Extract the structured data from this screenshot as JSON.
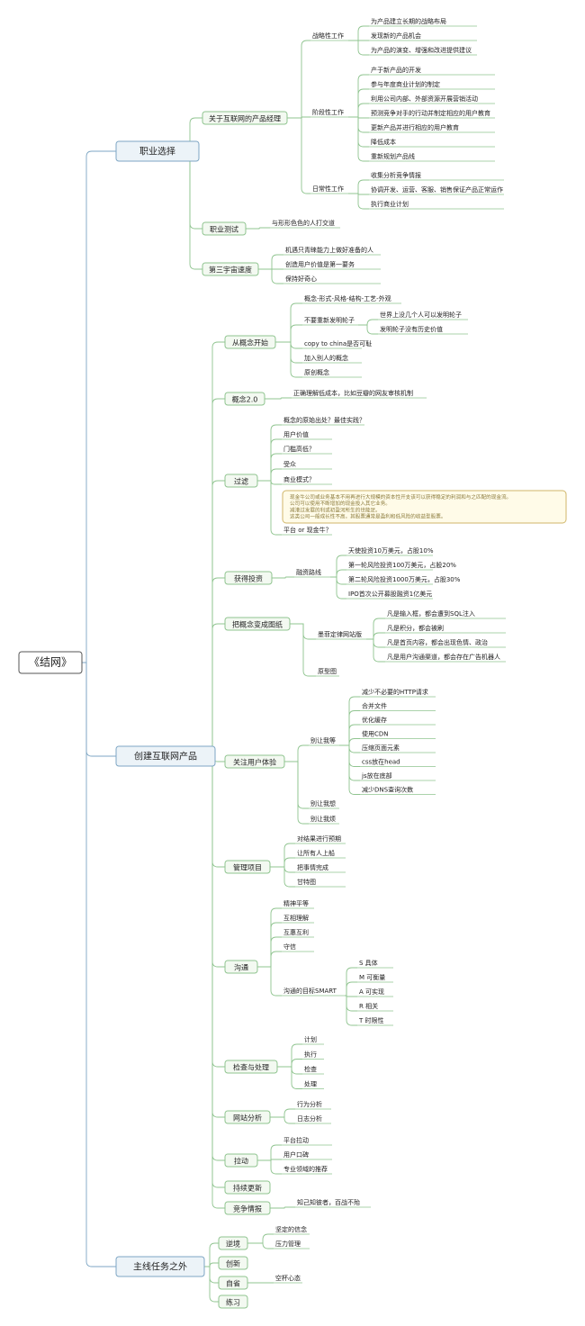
{
  "root": "《结网》",
  "branches": {
    "career": {
      "label": "职业选择",
      "about_pm": {
        "label": "关于互联网的产品经理",
        "strategic": {
          "label": "战略性工作",
          "items": [
            "为产品建立长期的战略布局",
            "发现新的产品机会",
            "为产品的演变、增强和改进提供建议"
          ]
        },
        "phase": {
          "label": "阶段性工作",
          "items": [
            "产于新产品的开发",
            "参与年度商业计划的制定",
            "利用公司内部、外部资源开展营销活动",
            "预测竞争对手的行动并制定相应的用户教育",
            "更新产品并进行相应的用户教育",
            "降低成本",
            "重新规划产品线"
          ]
        },
        "daily": {
          "label": "日常性工作",
          "items": [
            "收集分析竞争情报",
            "协调开发、运营、客服、销售保证产品正常运作",
            "执行商业计划"
          ]
        }
      },
      "test": {
        "label": "职业测试",
        "item": "与形形色色的人打交道"
      },
      "third": {
        "label": "第三宇宙速度",
        "items": [
          "机遇只青睐能力上做好准备的人",
          "创造用户价值是第一要务",
          "保持好奇心"
        ]
      }
    },
    "create": {
      "label": "创建互联网产品",
      "concept": {
        "label": "从概念开始",
        "items": [
          "概念-形式-风格-结构-工艺-外观",
          "不要重新发明轮子",
          "copy to china是否可耻",
          "加入别人的概念",
          "原创概念"
        ],
        "wheel_sub": [
          "世界上没几个人可以发明轮子",
          "发明轮子没有历史价值"
        ]
      },
      "concept2": {
        "label": "概念2.0",
        "item": "正确理解低成本，比如豆瓣的网友审核机制"
      },
      "filter": {
        "label": "过滤",
        "items": [
          "概念的原始出处？最佳实践？",
          "用户价值",
          "门槛高低？",
          "受众",
          "商业模式？",
          "平台 or 现金牛？"
        ],
        "note": [
          "现金牛公司或业务基本不用再进行大规模的资本性开支该可以获得稳定的利润和与之匹配的现金流。",
          "公司可以使用不断增加的现金投入其它业务。",
          "减港过发展的利或初盈河所生的世能足。",
          "这类公司一般成长性不高，其股票通常是盈利和低风险的收益型股票。"
        ]
      },
      "invest": {
        "label": "获得投资",
        "route": "融资路线",
        "items": [
          "天使投资10万美元，占股10%",
          "第一轮风险投资100万美元，占股20%",
          "第二轮风险投资1000万美元，占股30%",
          "IPO首次公开募股融资1亿美元"
        ]
      },
      "drawing": {
        "label": "把概念变成图纸",
        "murphy": "墨菲定律网站版",
        "murphy_items": [
          "凡是输入框，都会遭到SQL注入",
          "凡是积分，都会被刷",
          "凡是首页内容，都会出现色情、政治",
          "凡是用户沟通渠道，都会存在广告机器人"
        ],
        "prototype": "原型图"
      },
      "ux": {
        "label": "关注用户体验",
        "wait": "别让我等",
        "wait_items": [
          "减少不必要的HTTP请求",
          "合并文件",
          "优化缓存",
          "使用CDN",
          "压缩页面元素",
          "css放在head",
          "js放在底部",
          "减少DNS查询次数"
        ],
        "think": "别让我想",
        "annoy": "别让我烦"
      },
      "manage": {
        "label": "管理项目",
        "items": [
          "对结果进行预期",
          "让所有人上船",
          "把事情完成",
          "甘特图"
        ]
      },
      "comm": {
        "label": "沟通",
        "items": [
          "精神平等",
          "互相理解",
          "互惠互利",
          "守信",
          "沟通的目标SMART"
        ],
        "smart": [
          "S 具体",
          "M 可衡量",
          "A 可实现",
          "R 相关",
          "T 时限性"
        ]
      },
      "check": {
        "label": "检查与处理",
        "items": [
          "计划",
          "执行",
          "检查",
          "处理"
        ]
      },
      "analysis": {
        "label": "网站分析",
        "items": [
          "行为分析",
          "日志分析"
        ]
      },
      "pull": {
        "label": "拉动",
        "items": [
          "平台拉动",
          "用户口碑",
          "专业领域的推荐"
        ]
      },
      "update": {
        "label": "持续更新"
      },
      "intel": {
        "label": "竞争情报",
        "item": "知己知彼者，百战不殆"
      }
    },
    "side": {
      "label": "主线任务之外",
      "adversity": {
        "label": "逆境",
        "items": [
          "坚定的信念",
          "压力管理"
        ]
      },
      "innovate": {
        "label": "创新"
      },
      "reflect": {
        "label": "自省",
        "item": "空杯心态"
      },
      "practice": {
        "label": "练习"
      }
    }
  }
}
